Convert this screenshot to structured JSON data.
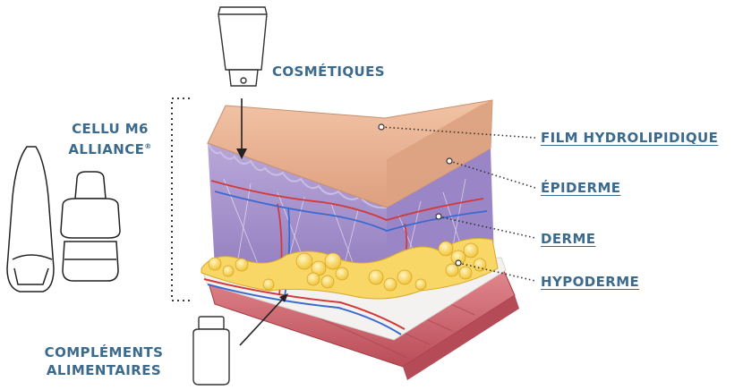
{
  "labels": {
    "cosmetics": "COSMÉTIQUES",
    "device_line1": "CELLU M6",
    "device_line2": "ALLIANCE",
    "device_mark": "®",
    "supplements_line1": "COMPLÉMENTS",
    "supplements_line2": "ALIMENTAIRES"
  },
  "layers": [
    {
      "name": "FILM HYDROLIPIDIQUE"
    },
    {
      "name": "ÉPIDERME"
    },
    {
      "name": "DERME"
    },
    {
      "name": "HYPODERME"
    }
  ],
  "colors": {
    "label_text": "#3c6a8c",
    "surface": "#e7ad8a",
    "epidermis": "#a48cc8",
    "fat": "#f6cf4a",
    "muscle": "#d9717a"
  },
  "icons": [
    "cream-tube-icon",
    "massage-device-icon",
    "supplement-jar-icon"
  ]
}
